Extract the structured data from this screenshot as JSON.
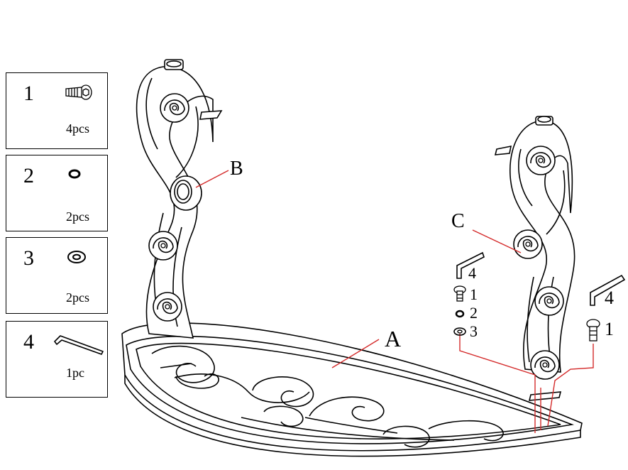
{
  "parts": [
    {
      "number": "1",
      "qty": "4pcs",
      "icon": "screw-icon"
    },
    {
      "number": "2",
      "qty": "2pcs",
      "icon": "small-washer-icon"
    },
    {
      "number": "3",
      "qty": "2pcs",
      "icon": "large-washer-icon"
    },
    {
      "number": "4",
      "qty": "1pc",
      "icon": "hex-key-icon"
    }
  ],
  "labels": {
    "a": "A",
    "b": "B",
    "c": "C"
  },
  "callout_left": {
    "n4": "4",
    "n1": "1",
    "n2": "2",
    "n3": "3"
  },
  "callout_right": {
    "n4": "4",
    "n1": "1"
  },
  "colors": {
    "line": "#000000",
    "leader": "#d42a2a"
  }
}
